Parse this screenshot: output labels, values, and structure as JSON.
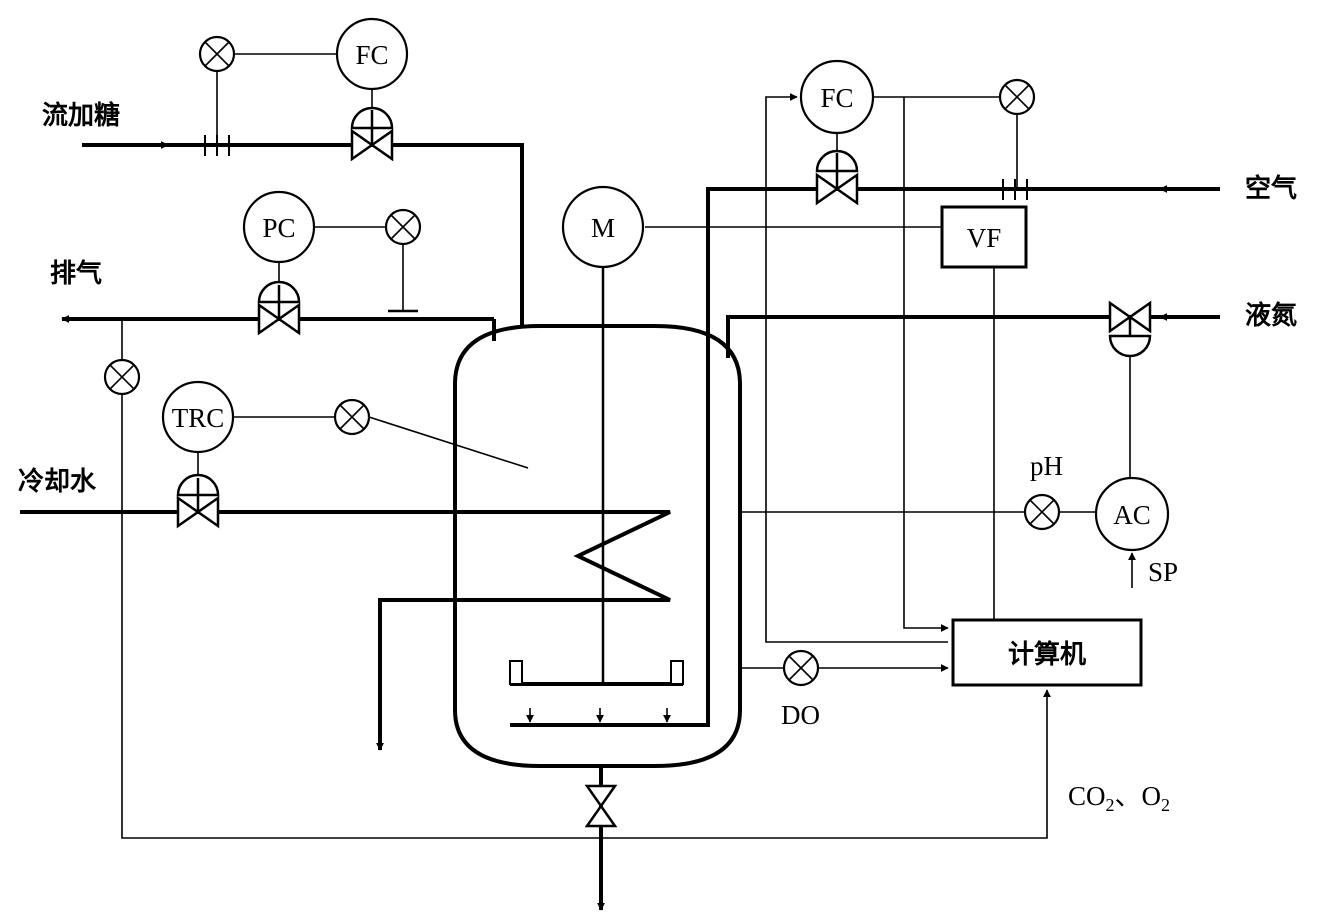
{
  "streams": {
    "sugar_feed": "流加糖",
    "exhaust": "排气",
    "cooling_water": "冷却水",
    "air": "空气",
    "liquid_ammonia": "液氮"
  },
  "instruments": {
    "fc_sugar": "FC",
    "fc_air": "FC",
    "pc": "PC",
    "trc": "TRC",
    "motor": "M",
    "vf": "VF",
    "ac": "AC",
    "ph": "pH",
    "sp": "SP",
    "do": "DO",
    "computer": "计算机"
  },
  "gas_analysis": {
    "co": "CO",
    "sub1": "2",
    "sep": "、O",
    "sub2": "2"
  },
  "colors": {
    "line": "#000000",
    "background": "#ffffff"
  }
}
